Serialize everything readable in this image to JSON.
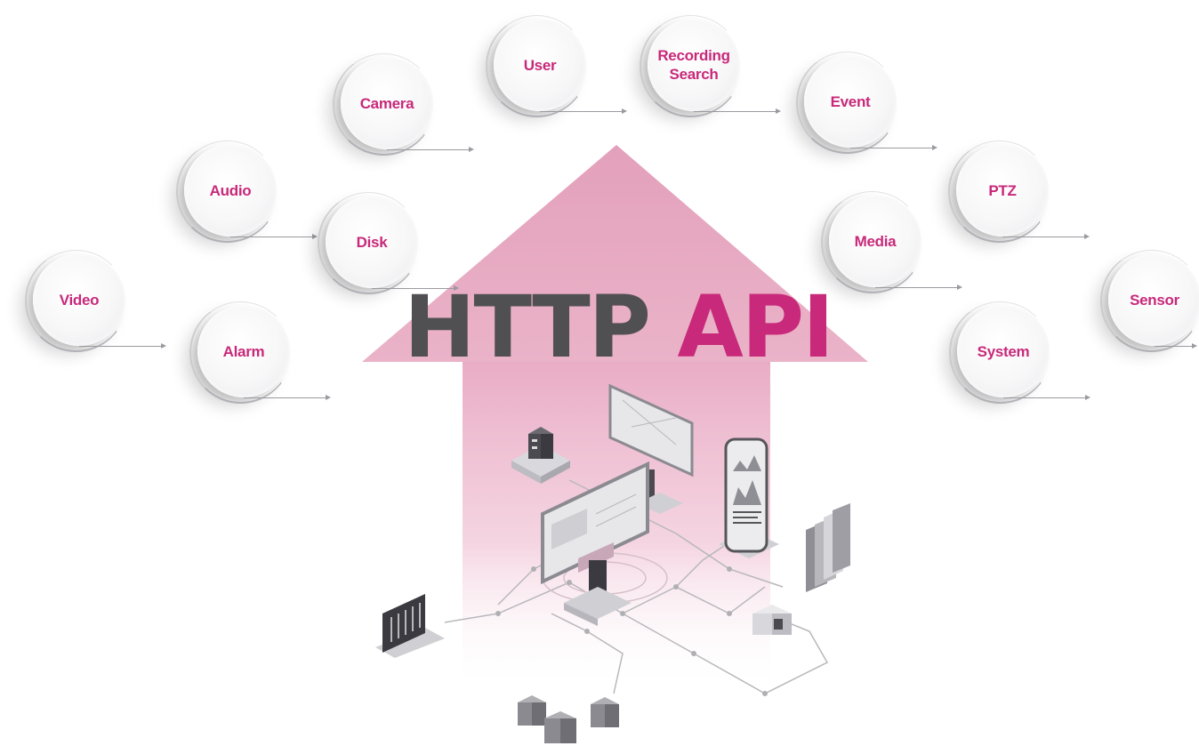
{
  "title": {
    "part1": "HTTP",
    "part2": "API"
  },
  "colors": {
    "accent": "#c8297a",
    "title_dark": "#505052",
    "arrow": "#e8a8c2"
  },
  "nodes": [
    {
      "id": "video",
      "label": "Video"
    },
    {
      "id": "audio",
      "label": "Audio"
    },
    {
      "id": "alarm",
      "label": "Alarm"
    },
    {
      "id": "camera",
      "label": "Camera"
    },
    {
      "id": "disk",
      "label": "Disk"
    },
    {
      "id": "user",
      "label": "User"
    },
    {
      "id": "recording-search",
      "label": "Recording\nSearch"
    },
    {
      "id": "event",
      "label": "Event"
    },
    {
      "id": "media",
      "label": "Media"
    },
    {
      "id": "ptz",
      "label": "PTZ"
    },
    {
      "id": "system",
      "label": "System"
    },
    {
      "id": "sensor",
      "label": "Sensor"
    }
  ],
  "illustration": {
    "devices": [
      "server-icon",
      "monitor-icon",
      "monitor-icon",
      "smartphone-icon",
      "storage-icon",
      "mixer-icon",
      "io-box-icon",
      "camera-box-icon"
    ]
  }
}
